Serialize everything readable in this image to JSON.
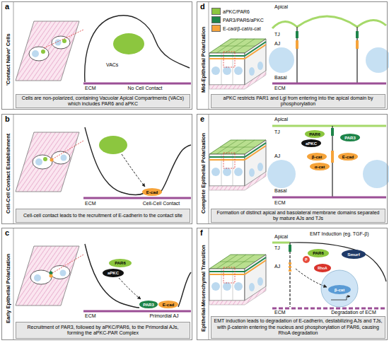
{
  "diagram": {
    "nodes": [
      {
        "text": [
          "a",
          "'Contact Naive' Cells"
        ]
      },
      {
        "text": [
          "Cells are non-polarized, containing Vacuolar Apical Compartments (VACs) which includes PAR6 and aPKC"
        ],
        "in": 0
      },
      {
        "text": [
          "b",
          "Cell-Cell Contact Establishment"
        ]
      },
      {
        "text": [
          "E-cad"
        ],
        "in": 2
      },
      {
        "text": [
          "Cell-cell contact leads to the recruitment of E-cadherin to the contact site"
        ],
        "in": 2
      },
      {
        "text": [
          "c",
          "Early Epithelial Polarization"
        ]
      },
      {
        "text": [
          "PAR6"
        ],
        "in": 5
      },
      {
        "text": [
          "aPKC"
        ],
        "in": 5
      },
      {
        "text": [
          "PAR3"
        ],
        "in": 5
      },
      {
        "text": [
          "E-cad"
        ],
        "in": 5
      },
      {
        "text": [
          "Recruitment of PAR3, followed by aPKC/PAR6, to the Primordial AJs, forming the aPKC-PAR Complex"
        ],
        "in": 5
      },
      {
        "text": [
          "d",
          "Mid-Epithelial Polarization"
        ]
      },
      {
        "text": [
          "aPKC restricts PAR1 and Lgl from entering into the apical domain by phosphorylation"
        ],
        "in": 11
      },
      {
        "text": [
          "e",
          "Complete Epithelial Polarization"
        ]
      },
      {
        "text": [
          "PAR6"
        ],
        "in": 13
      },
      {
        "text": [
          "aPKC"
        ],
        "in": 13
      },
      {
        "text": [
          "PAR3"
        ],
        "in": 13
      },
      {
        "text": [
          "β-cat"
        ],
        "in": 13
      },
      {
        "text": [
          "E-cad"
        ],
        "in": 13
      },
      {
        "text": [
          "α-cat"
        ],
        "in": 13
      },
      {
        "text": [
          "Formation of distinct apical and basolateral membrane domains separated by mature AJs and TJs"
        ],
        "in": 13
      },
      {
        "text": [
          "f",
          "Epithelial-Mesenchymal Transition"
        ]
      },
      {
        "text": [
          "PAR6"
        ],
        "in": 21
      },
      {
        "text": [
          "P"
        ],
        "in": 21
      },
      {
        "text": [
          "Smurf"
        ],
        "in": 21
      },
      {
        "text": [
          "RhoA"
        ],
        "in": 21
      },
      {
        "text": [
          "β-cat"
        ],
        "in": 21
      },
      {
        "text": [
          "EMT induction leads to degradation of E-cadherin, destabilizing AJs and TJs, with β-catenin entering the nucleus and phosphorylation of PAR6, causing RhoA degradation"
        ],
        "in": 21
      }
    ],
    "labels": [
      "VACs",
      "No Cell Contact",
      "ECM",
      "Cell-Cell Contact",
      "ECM",
      "Primordial AJ",
      "ECM",
      "Apical",
      "TJ",
      "AJ",
      "Basal",
      "ECM",
      "Apical",
      "TJ",
      "AJ",
      "Basal",
      "ECM",
      "EMT Induction (eg. TGF-β)",
      "Apical",
      "TJ",
      "AJ",
      "ECM",
      "Degradation of ECM"
    ],
    "legend": [
      {
        "text": "aPKC/PAR6",
        "color": "#8cc63f"
      },
      {
        "text": "PAR3/PAR6/aPKC",
        "color": "#1e8449"
      },
      {
        "text": "E-cad/β-cat/α-cat",
        "color": "#f5a33a"
      }
    ]
  }
}
